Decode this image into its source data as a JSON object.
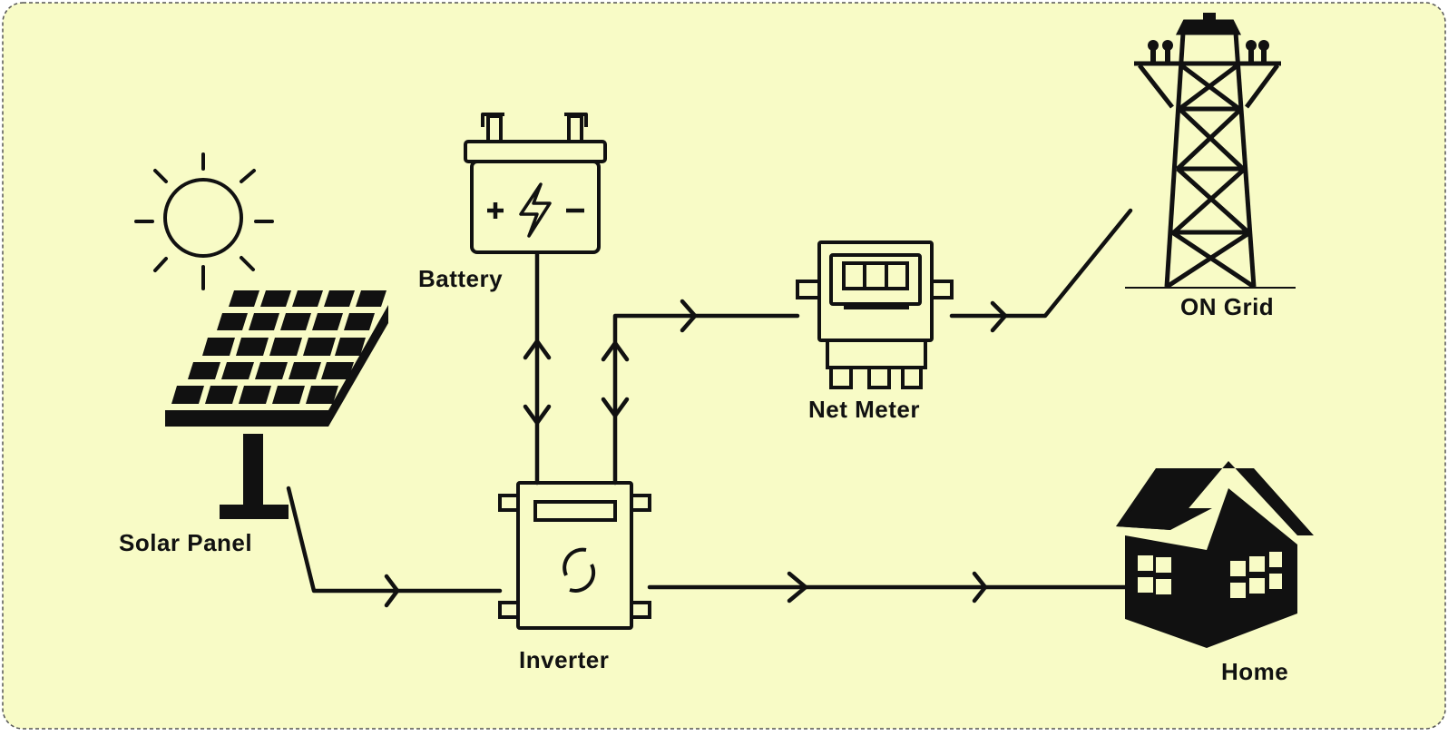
{
  "colors": {
    "background": "#f8fbc6",
    "border": "#555555",
    "ink": "#111111"
  },
  "icons": [
    "sun-icon",
    "solar-panel-icon",
    "battery-icon",
    "inverter-icon",
    "net-meter-icon",
    "transmission-tower-icon",
    "house-icon",
    "flow-arrow-icon"
  ],
  "labels": {
    "battery": "Battery",
    "solar_panel": "Solar Panel",
    "inverter": "Inverter",
    "net_meter": "Net Meter",
    "on_grid": "ON Grid",
    "home": "Home"
  }
}
